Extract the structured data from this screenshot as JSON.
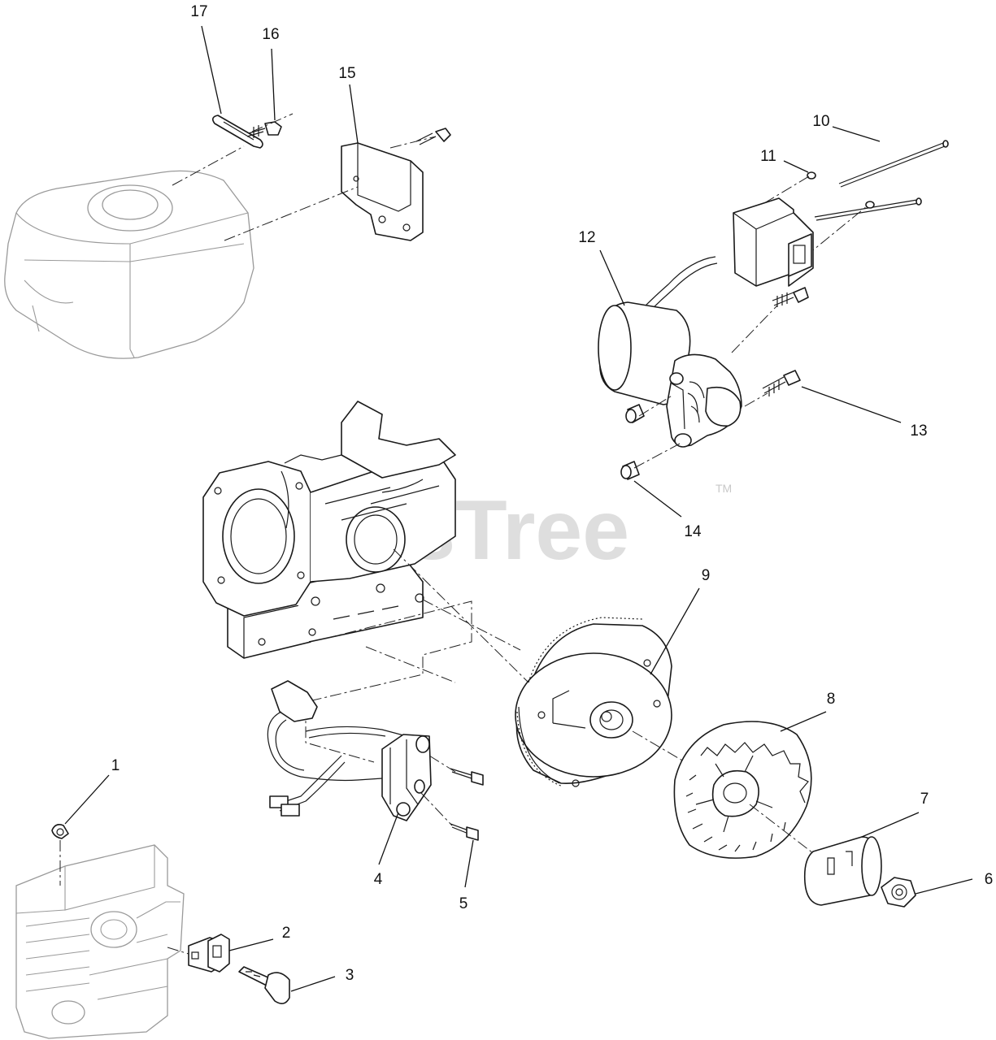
{
  "watermark": {
    "text": "PartsTree",
    "tm": "TM"
  },
  "callouts": {
    "p1": "1",
    "p2": "2",
    "p3": "3",
    "p4": "4",
    "p5": "5",
    "p6": "6",
    "p7": "7",
    "p8": "8",
    "p9": "9",
    "p10": "10",
    "p11": "11",
    "p12": "12",
    "p13": "13",
    "p14": "14",
    "p15": "15",
    "p16": "16",
    "p17": "17"
  },
  "colors": {
    "line": "#1a1a1a",
    "ghost": "#9a9a9a",
    "watermark": "#d9d9d9",
    "background": "#ffffff"
  }
}
